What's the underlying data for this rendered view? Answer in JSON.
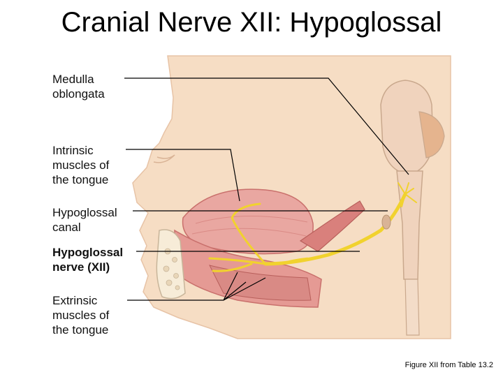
{
  "slide": {
    "title": "Cranial Nerve XII: Hypoglossal",
    "caption": "Figure XII from Table 13.2"
  },
  "labels": [
    {
      "id": "medulla",
      "line1": "Medulla",
      "line2": "oblongata",
      "line3": ""
    },
    {
      "id": "intrinsic",
      "line1": "Intrinsic",
      "line2": "muscles of",
      "line3": "the tongue"
    },
    {
      "id": "canal",
      "line1": "Hypoglossal",
      "line2": "canal",
      "line3": ""
    },
    {
      "id": "nerve",
      "line1": "Hypoglossal",
      "line2": "nerve (XII)",
      "line3": ""
    },
    {
      "id": "extrinsic",
      "line1": "Extrinsic",
      "line2": "muscles of",
      "line3": "the tongue"
    }
  ],
  "colors": {
    "skin": "#f6ddc4",
    "muscle": "#e59a94",
    "muscle_dark": "#c9706c",
    "brainstem": "#f0d3bd",
    "nerve": "#f1d22e",
    "leader": "#000000"
  }
}
